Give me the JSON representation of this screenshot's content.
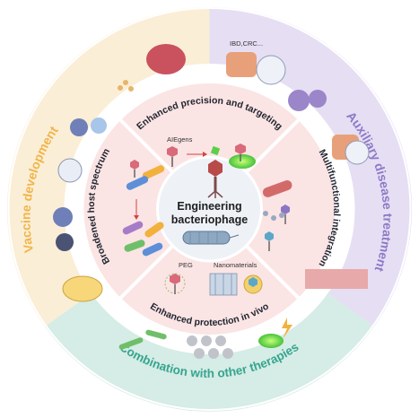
{
  "outer_sections": {
    "vaccine": "Vaccine development",
    "auxiliary": "Auxiliary disease treatment",
    "combination": "Combination with other therapies"
  },
  "inner_sections": {
    "precision": "Enhanced precision and targeting",
    "multifunctional": "Multifunctional integration",
    "protection": "Enhanced protection in vivo",
    "host": "Broadened host spectrum"
  },
  "center": {
    "line1": "Engineering",
    "line2": "bacteriophage"
  },
  "annotations": {
    "aiegens": "AIEgens",
    "peg": "PEG",
    "nanomaterials": "Nanomaterials",
    "ibd": "IBD,CRC..."
  },
  "colors": {
    "vaccine_band": "#fbeed6",
    "vaccine_text": "#f0b54a",
    "auxiliary_band": "#e6def3",
    "auxiliary_text": "#8d7ac7",
    "combination_band": "#d6ece6",
    "combination_text": "#35a58e",
    "inner_sector": "#fbe4e4",
    "inner_divider": "#ffffff",
    "center_circle": "#eef2f7"
  }
}
